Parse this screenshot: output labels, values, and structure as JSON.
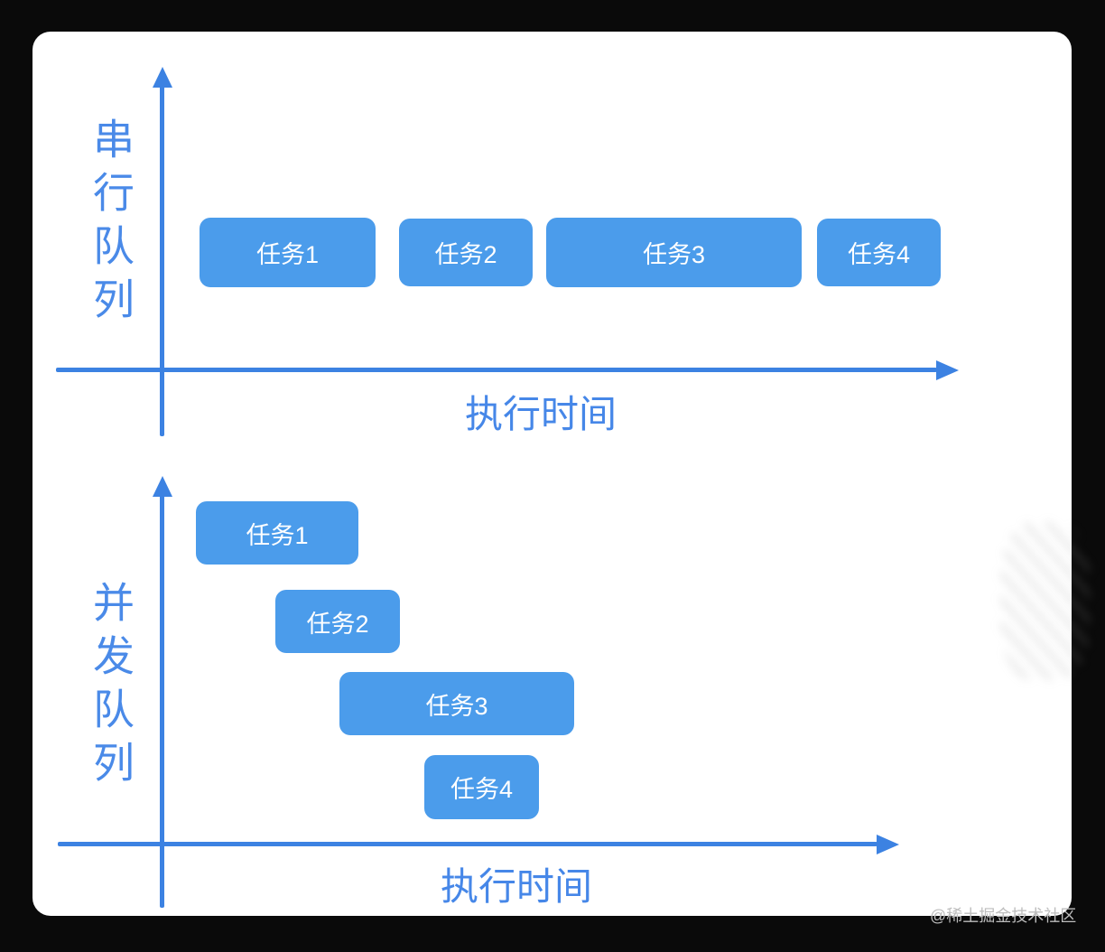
{
  "colors": {
    "background": "#0a0a0a",
    "card": "#ffffff",
    "axis_blue": "#3c82e2",
    "task_box_blue": "#4b9ceb",
    "label_blue": "#4a8ae8",
    "task_text": "#ffffff",
    "watermark_gray": "#bdbdbd"
  },
  "charts": [
    {
      "name": "serial-queue",
      "y_axis_label": "串行队列",
      "x_axis_label": "执行时间",
      "tasks": [
        "任务1",
        "任务2",
        "任务3",
        "任务4"
      ]
    },
    {
      "name": "concurrent-queue",
      "y_axis_label": "并发队列",
      "x_axis_label": "执行时间",
      "tasks": [
        "任务1",
        "任务2",
        "任务3",
        "任务4"
      ]
    }
  ],
  "watermark": {
    "credit": "@稀土掘金技术社区"
  },
  "chart_data": [
    {
      "type": "gantt",
      "title": "串行队列",
      "xlabel": "执行时间",
      "unit": "px-from-y-axis",
      "rows": 1,
      "tasks": [
        {
          "label": "任务1",
          "start": 41,
          "duration": 195,
          "row": 0
        },
        {
          "label": "任务2",
          "start": 262,
          "duration": 148,
          "row": 0
        },
        {
          "label": "任务3",
          "start": 425,
          "duration": 283,
          "row": 0
        },
        {
          "label": "任务4",
          "start": 725,
          "duration": 137,
          "row": 0
        }
      ],
      "layout_note": "all tasks on one horizontal row, executed sequentially along time axis"
    },
    {
      "type": "gantt",
      "title": "并发队列",
      "xlabel": "执行时间",
      "unit": "px-from-y-axis",
      "rows": 4,
      "tasks": [
        {
          "label": "任务1",
          "start": 37,
          "duration": 180,
          "row": 0
        },
        {
          "label": "任务2",
          "start": 125,
          "duration": 138,
          "row": 1
        },
        {
          "label": "任务3",
          "start": 196,
          "duration": 260,
          "row": 2
        },
        {
          "label": "任务4",
          "start": 290,
          "duration": 127,
          "row": 3
        }
      ],
      "layout_note": "tasks staggered on separate rows with overlapping time spans"
    }
  ]
}
